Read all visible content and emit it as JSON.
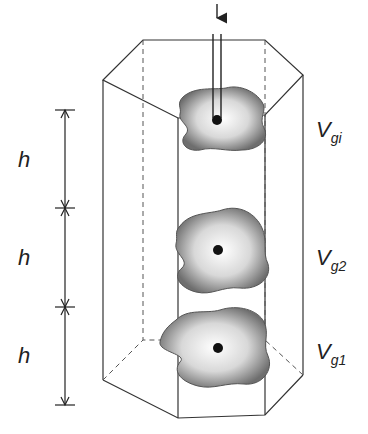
{
  "diagram": {
    "labels": [
      "h",
      "h",
      "h",
      "Vgi",
      "Vg2",
      "Vg1"
    ]
  }
}
